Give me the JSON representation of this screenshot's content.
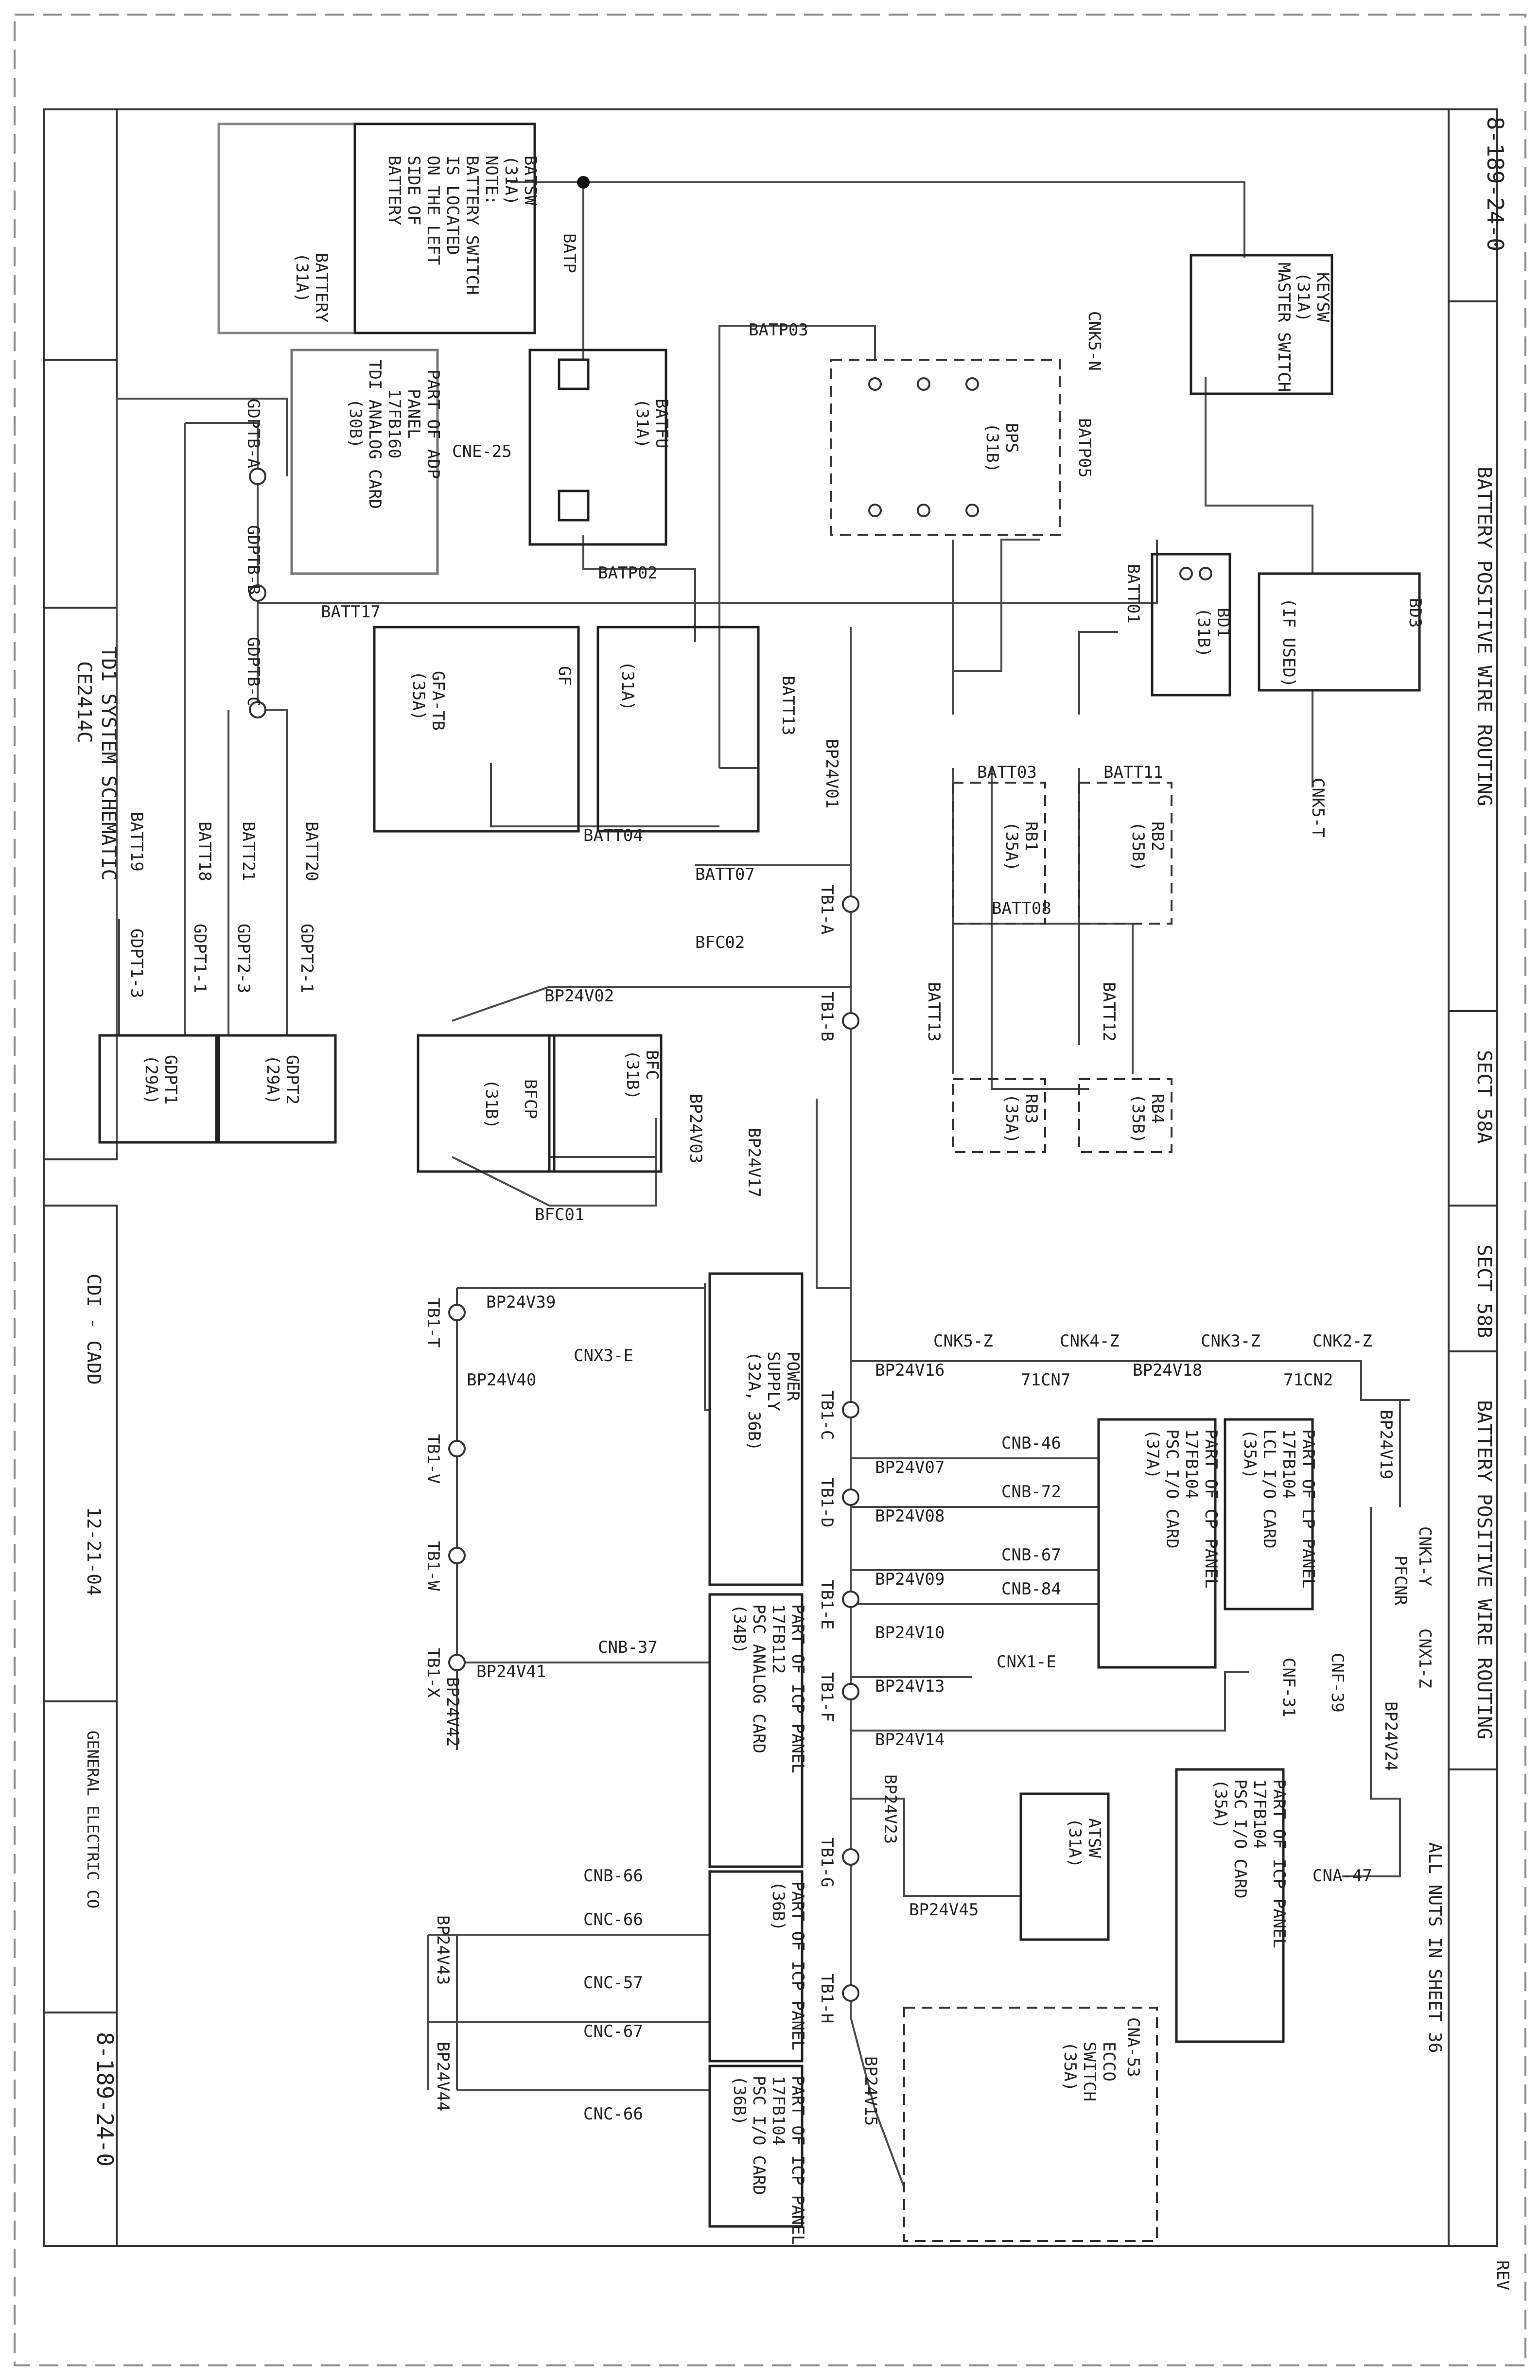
{
  "sheet": {
    "drawing_number_top": "8-189-24-0",
    "drawing_subtitle": "BATTERY POSITIVE WIRE ROUTING",
    "section_a": "SECT 58A",
    "section_b": "SECT 58B",
    "bottom_note_title": "BATTERY POSITIVE WIRE ROUTING",
    "note_all_nuts": "ALL NUTS IN SHEET 36",
    "revision_label": "REV",
    "drawing_number_bottom": "8-189-24-0",
    "title_block": {
      "system": "TD1 SYSTEM SCHEMATIC",
      "made_for": "CE2414C",
      "made_by": "CDI - CADD",
      "date": "12-21-04",
      "company": "GENERAL ELECTRIC CO"
    }
  },
  "components": {
    "battery": [
      "BATTERY",
      "(31A)"
    ],
    "batsw": [
      "BATSW",
      "(31A)",
      "NOTE:",
      "BATTERY SWITCH",
      "IS LOCATED",
      "ON THE LEFT",
      "SIDE OF",
      "BATTERY"
    ],
    "batfu": [
      "BATFU",
      "(31A)"
    ],
    "keysw": [
      "KEYSW",
      "(31A)",
      "MASTER SWITCH"
    ],
    "bps": [
      "BPS",
      "(31B)"
    ],
    "bd1": [
      "BD1",
      "(31B)"
    ],
    "bd3": [
      "BD3",
      "(IF USED)"
    ],
    "gf": [
      "GF",
      "(31A)"
    ],
    "gfa": [
      "GFA-TB",
      "(35A)"
    ],
    "part_adp": [
      "PART OF ADP",
      "PANEL",
      "17FB160",
      "TDI ANALOG CARD",
      "(30B)"
    ],
    "rb1": [
      "RB1",
      "(35A)"
    ],
    "rb2": [
      "RB2",
      "(35B)"
    ],
    "rb3": [
      "RB3",
      "(35A)"
    ],
    "rb4": [
      "RB4",
      "(35B)"
    ],
    "gdpt1": [
      "GDPT1",
      "(29A)"
    ],
    "gdpt2": [
      "GDPT2",
      "(29A)"
    ],
    "bfc": [
      "BFC",
      "(31B)"
    ],
    "bfcp": [
      "BFCP",
      "(31B)"
    ],
    "power_supply": [
      "POWER",
      "SUPPLY",
      "(32A, 36B)"
    ],
    "icp_analog": [
      "PART OF ICP PANEL",
      "17FB112",
      "PSC ANALOG CARD",
      "(34B)"
    ],
    "icp_panel": [
      "PART OF ICP PANEL",
      "(36B)"
    ],
    "icp_io": [
      "PART OF ICP PANEL",
      "17FB104",
      "PSC I/O CARD",
      "(36B)"
    ],
    "cp_panel": [
      "PART OF CP PANEL",
      "17FB104",
      "PSC I/O CARD",
      "(37A)"
    ],
    "lp_panel": [
      "PART OF LP PANEL",
      "17FB104",
      "LCL I/O CARD",
      "(35A)"
    ],
    "icp_io_right": [
      "PART OF ICP PANEL",
      "17FB104",
      "PSC I/O CARD",
      "(35A)"
    ],
    "atsw": [
      "ATSW",
      "(31A)"
    ],
    "eccsw": [
      "ECCO",
      "SWITCH",
      "(35A)"
    ]
  },
  "labels": {
    "batp": "BATP",
    "batp03": "BATP03",
    "batp02": "BATP02",
    "batp05": "BATP05",
    "batt01": "BATT01",
    "batt04": "BATT04",
    "batt07": "BATT07",
    "batt17": "BATT17",
    "batt18": "BATT18",
    "batt19": "BATT19",
    "batt20": "BATT20",
    "batt21": "BATT21",
    "batt03": "BATT03",
    "batt08": "BATT08",
    "batt11": "BATT11",
    "batt12": "BATT12",
    "batt13": "BATT13",
    "cne25": "CNE-25",
    "cnk5n": "CNK5-N",
    "cnk5t": "CNK5-T",
    "gdptb_a": "GDPTB-A",
    "gdptb_b": "GDPTB-B",
    "gdptb_c": "GDPTB-C",
    "gdpt1_1": "GDPT1-1",
    "gdpt1_3": "GDPT1-3",
    "gdpt2_1": "GDPT2-1",
    "gdpt2_3": "GDPT2-3",
    "bp24v01": "BP24V01",
    "bp24v02": "BP24V02",
    "bp24v03": "BP24V03",
    "bp24v07": "BP24V07",
    "bp24v08": "BP24V08",
    "bp24v09": "BP24V09",
    "bp24v10": "BP24V10",
    "bp24v13": "BP24V13",
    "bp24v14": "BP24V14",
    "bp24v15": "BP24V15",
    "bp24v16": "BP24V16",
    "bp24v17": "BP24V17",
    "bp24v18": "BP24V18",
    "bp24v19": "BP24V19",
    "bp24v23": "BP24V23",
    "bp24v24": "BP24V24",
    "bp24v39": "BP24V39",
    "bp24v40": "BP24V40",
    "bp24v41": "BP24V41",
    "bp24v42": "BP24V42",
    "bp24v43": "BP24V43",
    "bp24v44": "BP24V44",
    "bp24v45": "BP24V45",
    "bfc01": "BFC01",
    "bfc02": "BFC02",
    "tb1_a": "TB1-A",
    "tb1_b": "TB1-B",
    "tb1_c": "TB1-C",
    "tb1_d": "TB1-D",
    "tb1_e": "TB1-E",
    "tb1_f": "TB1-F",
    "tb1_g": "TB1-G",
    "tb1_h": "TB1-H",
    "tb1_t": "TB1-T",
    "tb1_v": "TB1-V",
    "tb1_w": "TB1-W",
    "tb1_x": "TB1-X",
    "cnk5z": "CNK5-Z",
    "cnk4z": "CNK4-Z",
    "cnk3z": "CNK3-Z",
    "cnk2z": "CNK2-Z",
    "cnx3e": "CNX3-E",
    "cnx1e": "CNX1-E",
    "cnk1y": "CNK1-Y",
    "cnx1z": "CNX1-Z",
    "cnb46": "CNB-46",
    "cnb72": "CNB-72",
    "cnb67": "CNB-67",
    "cnb84": "CNB-84",
    "cnb37": "CNB-37",
    "cnf31": "CNF-31",
    "cnf39": "CNF-39",
    "cnb66": "CNB-66",
    "cnc66": "CNC-66",
    "cnc57": "CNC-57",
    "cnc67": "CNC-67",
    "cnd66": "CNC-66",
    "cna47": "CNA-47",
    "cna53": "CNA-53",
    "plug_a": "71CN7",
    "plug_b": "71CN2",
    "pfcnr": "PFCNR"
  }
}
